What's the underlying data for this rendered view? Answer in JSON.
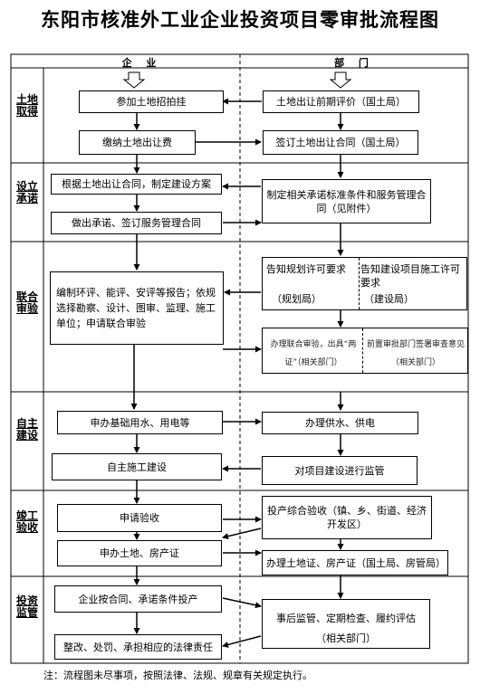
{
  "title": "东阳市核准外工业企业投资项目零审批流程图",
  "headers": {
    "enterprise": "企  业",
    "department": "部  门"
  },
  "stages": {
    "s1": "土地取得",
    "s2": "设立承诺",
    "s3": "联合审验",
    "s4": "自主建设",
    "s5": "竣工验收",
    "s6": "投资监管"
  },
  "boxes": {
    "join_auction": "参加土地招拍挂",
    "pre_eval": "土地出让前期评价（国土局）",
    "pay_fee": "缴纳土地出让费",
    "sign_contract": "签订土地出让合同（国土局）",
    "plan_design": "根据土地出让合同，制定建设方案",
    "set_standards": "制定相关承诺标准条件和服务管理合同（见附件）",
    "make_promise": "做出承诺、签订服务管理合同",
    "plan_permit": "告知规划许可要求",
    "plan_permit_dept": "（规划局）",
    "build_permit": "告知建设项目施工许可要求",
    "build_permit_dept": "（建设局）",
    "prepare_reports": "编制环评、能评、安评等报告；依规选择勘察、设计、图审、监理、施工单位；申请联合审验",
    "joint_review": "办理联合审验，出具“两证”（相关部门）",
    "pre_approval": "前置审批部门签署审查意见（相关部门）",
    "apply_utilities": "申办基础用水、用电等",
    "handle_utilities": "办理供水、供电",
    "self_build": "自主施工建设",
    "supervise": "对项目建设进行监管",
    "apply_accept": "申请验收",
    "comprehensive_accept": "投产综合验收（镇、乡、街道、经济开发区）",
    "apply_cert": "申办土地、房产证",
    "handle_cert": "办理土地证、房产证（国土局、房管局）",
    "commit_production": "企业按合同、承诺条件投产",
    "post_supervision": "事后监管、定期检查、履约评估",
    "post_supervision_dept": "（相关部门）",
    "rectify": "整改、处罚、承担相应的法律责任"
  },
  "note": "注：流程图未尽事项，按照法律、法规、规章有关规定执行。"
}
